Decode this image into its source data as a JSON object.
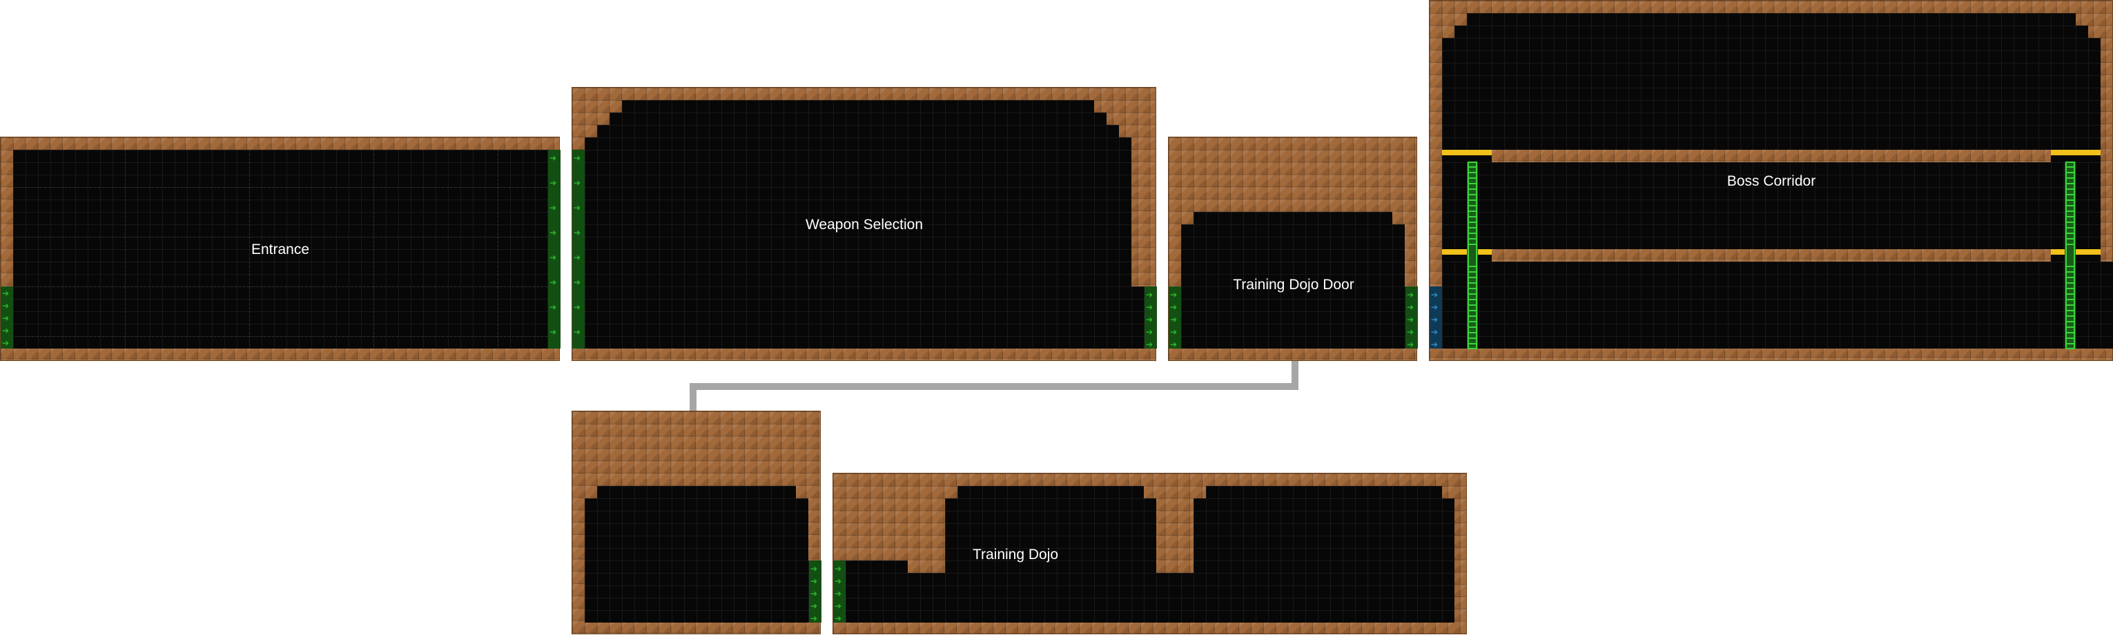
{
  "map": {
    "rooms": [
      {
        "id": "entrance",
        "name": "Entrance"
      },
      {
        "id": "weapon-selection",
        "name": "Weapon Selection"
      },
      {
        "id": "training-dojo-door",
        "name": "Training Dojo Door"
      },
      {
        "id": "boss-corridor",
        "name": "Boss Corridor"
      },
      {
        "id": "training-dojo-entry",
        "name": ""
      },
      {
        "id": "training-dojo",
        "name": "Training Dojo"
      }
    ],
    "colors": {
      "terrain": "#a2693a",
      "void": "#070707",
      "grid": "#3a3a3a",
      "exit_green": "#1f8a1f",
      "exit_blue": "#1f6fa0",
      "ladder": "#3ad43a",
      "platform_edge": "#f2c11c",
      "connector": "#a6a6a6"
    }
  }
}
